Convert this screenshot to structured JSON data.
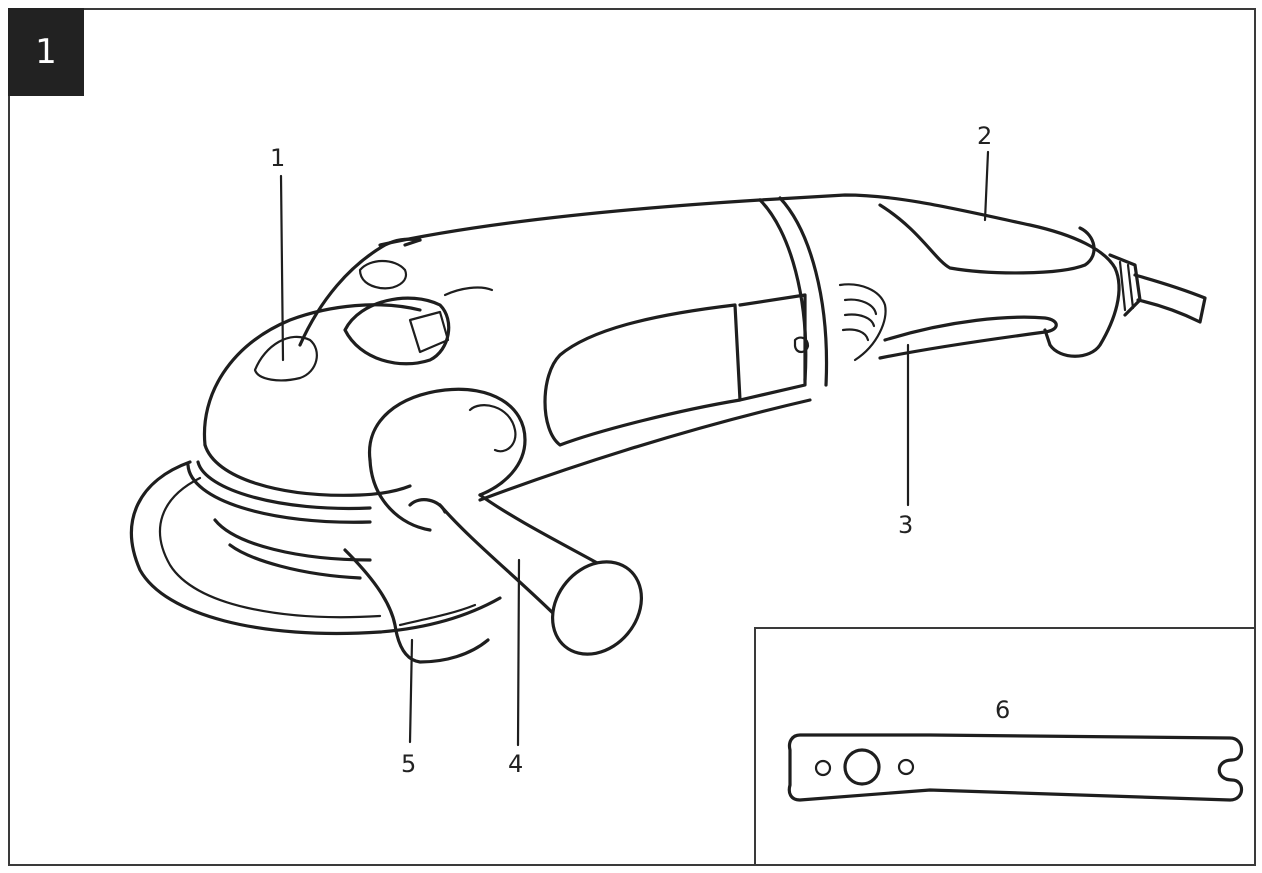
{
  "figure": {
    "number": "1"
  },
  "callouts": [
    {
      "id": "1",
      "label": "1"
    },
    {
      "id": "2",
      "label": "2"
    },
    {
      "id": "3",
      "label": "3"
    },
    {
      "id": "4",
      "label": "4"
    },
    {
      "id": "5",
      "label": "5"
    },
    {
      "id": "6",
      "label": "6"
    }
  ]
}
